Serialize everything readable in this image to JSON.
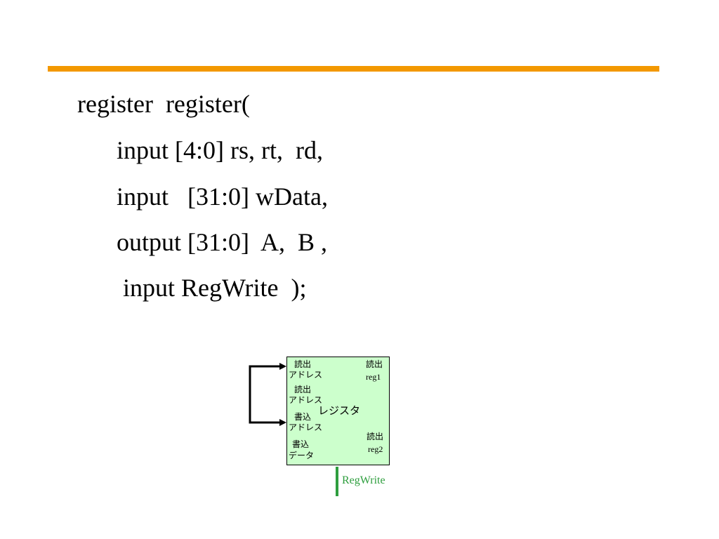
{
  "code": {
    "lines": [
      "register  register(",
      "input [4:0] rs, rt,  rd,",
      "input   [31:0] wData,",
      "output [31:0]  A,  B ,",
      " input RegWrite  );"
    ]
  },
  "diagram": {
    "read_addr1": [
      "読出",
      "アドレス"
    ],
    "read_addr2": [
      "読出",
      "アドレス"
    ],
    "write_addr": [
      "書込",
      "アドレス"
    ],
    "write_data": [
      "書込",
      "データ"
    ],
    "read_reg1": [
      "読出",
      "reg1"
    ],
    "read_reg2": [
      "読出",
      "reg2"
    ],
    "center_label": "レジスタ",
    "regwrite_label": "RegWrite"
  },
  "colors": {
    "accent_rule": "#f39800",
    "register_fill": "#ccffcc",
    "regwrite": "#2e9e3e"
  }
}
